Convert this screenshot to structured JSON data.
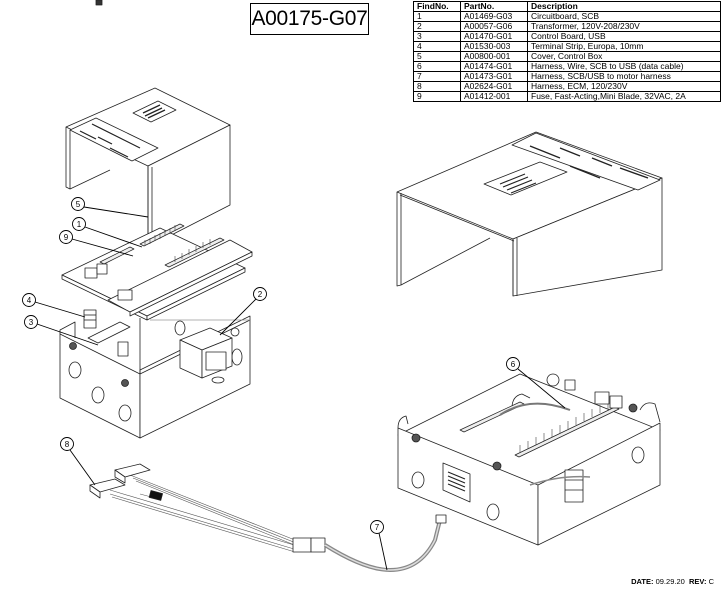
{
  "title": "A00175-G07",
  "table": {
    "headers": [
      "FindNo.",
      "PartNo.",
      "Description"
    ],
    "rows": [
      {
        "find": "1",
        "part": "A01469-G03",
        "desc": "Circuitboard, SCB"
      },
      {
        "find": "2",
        "part": "A00057-G06",
        "desc": "Transformer, 120V-208/230V"
      },
      {
        "find": "3",
        "part": "A01470-G01",
        "desc": "Control Board, USB"
      },
      {
        "find": "4",
        "part": "A01530-003",
        "desc": "Terminal Strip, Europa, 10mm"
      },
      {
        "find": "5",
        "part": "A00800-001",
        "desc": "Cover, Control Box"
      },
      {
        "find": "6",
        "part": "A01474-G01",
        "desc": "Harness, Wire, SCB to USB (data cable)"
      },
      {
        "find": "7",
        "part": "A01473-G01",
        "desc": "Harness, SCB/USB to motor harness"
      },
      {
        "find": "8",
        "part": "A02624-G01",
        "desc": "Harness, ECM, 120/230V"
      },
      {
        "find": "9",
        "part": "A01412-001",
        "desc": "Fuse, Fast-Acting,Mini Blade, 32VAC, 2A"
      }
    ]
  },
  "callouts": [
    "5",
    "1",
    "9",
    "4",
    "3",
    "2",
    "6",
    "8",
    "7"
  ],
  "footer": {
    "date_label": "DATE:",
    "date_value": "09.29.20",
    "rev_label": "REV:",
    "rev_value": "C"
  }
}
